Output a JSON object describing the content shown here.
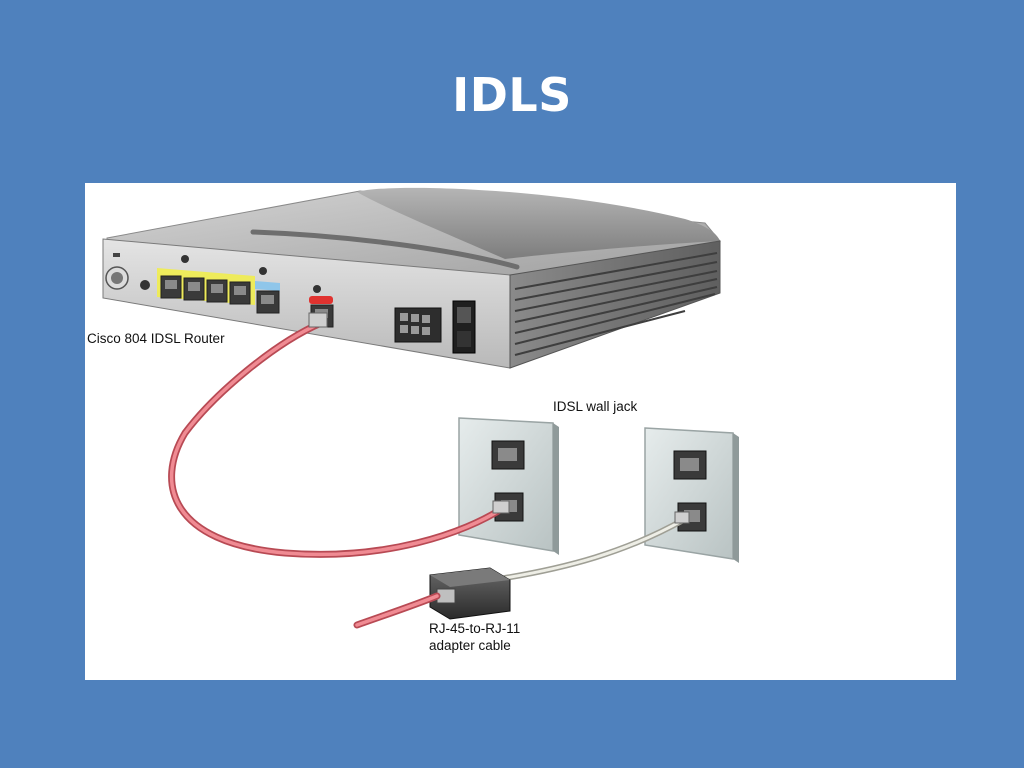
{
  "slide": {
    "title": "IDLS"
  },
  "figure": {
    "router_label": "Cisco 804 IDSL Router",
    "wall_jack_label": "IDSL wall jack",
    "adapter_label_line1": "RJ-45-to-RJ-11",
    "adapter_label_line2": "adapter cable"
  },
  "colors": {
    "slide_background": "#4f81bd",
    "panel_background": "#ffffff",
    "router_body": "#c9c9c9",
    "red_cable": "#e46b74",
    "white_cable": "#dcdcd2",
    "wall_plate": "#cfd6d6",
    "ethernet_port_highlight": "#f2ef45",
    "isdn_port_highlight": "#8fc6ea",
    "idsl_port_highlight": "#e0322f"
  }
}
